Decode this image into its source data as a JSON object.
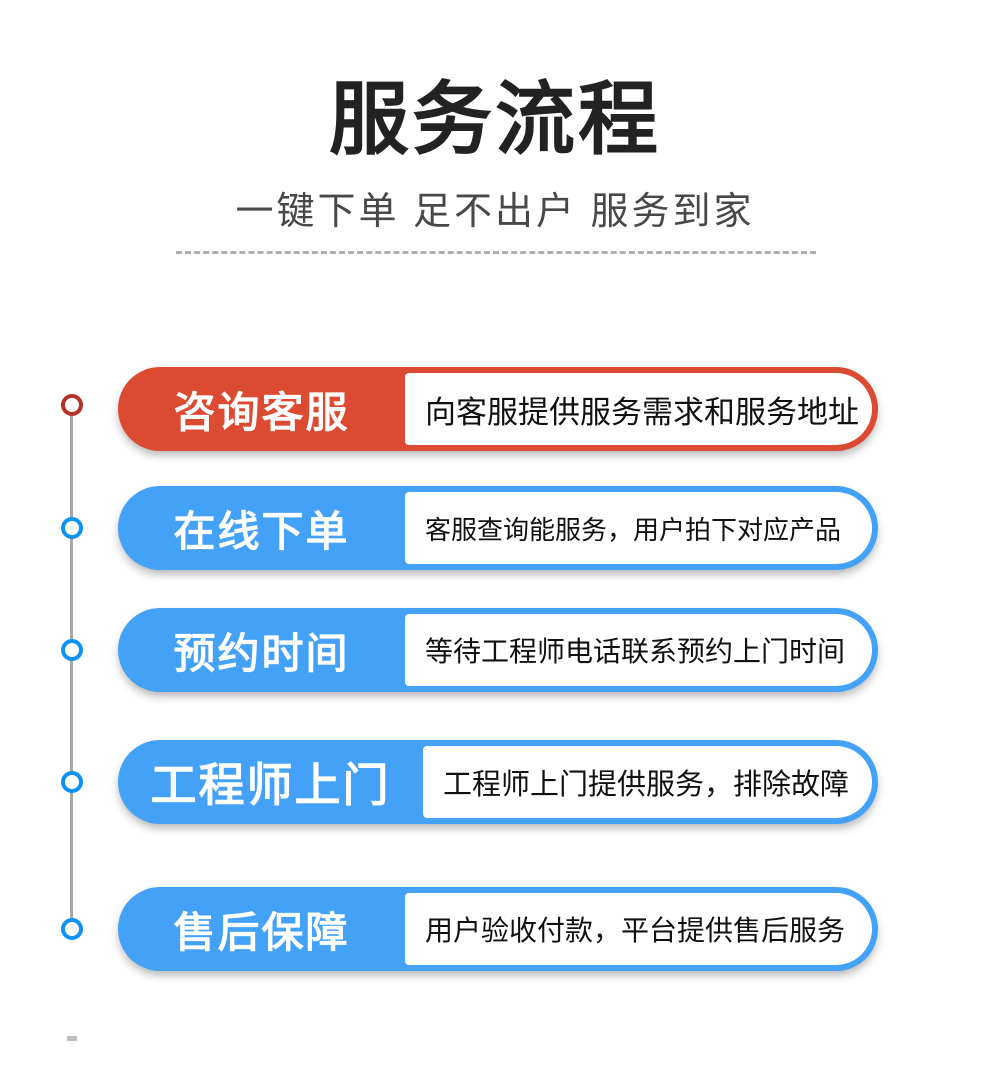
{
  "header": {
    "title": "服务流程",
    "subtitle": "一键下单 足不出户 服务到家"
  },
  "divider": {
    "style": "dashed",
    "color": "#b0b0b0"
  },
  "timeline": {
    "line_color": "#a6a6a6",
    "steps": [
      {
        "label": "咨询客服",
        "description": "向客服提供服务需求和服务地址",
        "accent": "#dc4a31",
        "ring": "#b23228"
      },
      {
        "label": "在线下单",
        "description": "客服查询能服务，用户拍下对应产品",
        "accent": "#43a1f8",
        "ring": "#0e93f5"
      },
      {
        "label": "预约时间",
        "description": "等待工程师电话联系预约上门时间",
        "accent": "#43a1f8",
        "ring": "#0e93f5"
      },
      {
        "label": "工程师上门",
        "description": "工程师上门提供服务，排除故障",
        "accent": "#43a1f8",
        "ring": "#0e93f5"
      },
      {
        "label": "售后保障",
        "description": "用户验收付款，平台提供售后服务",
        "accent": "#43a1f8",
        "ring": "#0e93f5"
      }
    ]
  }
}
